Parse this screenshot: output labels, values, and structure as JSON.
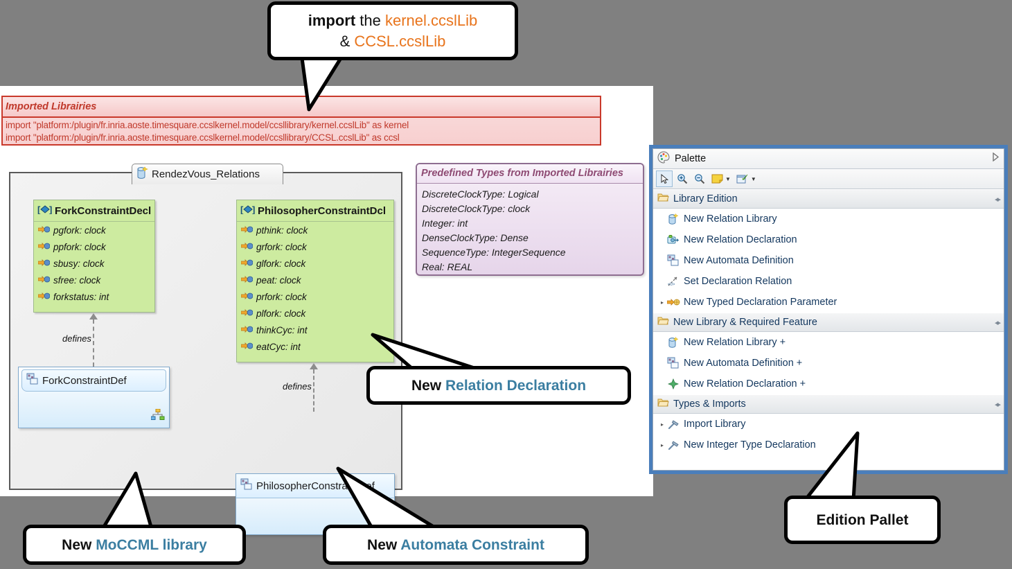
{
  "callouts": {
    "import": {
      "line1_bold": "import",
      "line1_reg": " the ",
      "line1_orange": "kernel.ccslLib",
      "line2_reg": "& ",
      "line2_orange": "CCSL.ccslLib"
    },
    "relation_declaration": {
      "plain": "New ",
      "accent": "Relation Declaration"
    },
    "moccml": {
      "plain": "New ",
      "accent": "MoCCML library"
    },
    "automata": {
      "plain": "New ",
      "accent": "Automata Constraint"
    },
    "pallet": {
      "plain": "Edition Pallet"
    }
  },
  "imported_libraries": {
    "title": "Imported Librairies",
    "lines": [
      "import \"platform:/plugin/fr.inria.aoste.timesquare.ccslkernel.model/ccsllibrary/kernel.ccslLib\" as kernel",
      "import \"platform:/plugin/fr.inria.aoste.timesquare.ccslkernel.model/ccsllibrary/CCSL.ccslLib\" as ccsl"
    ]
  },
  "diagram": {
    "tab_title": "RendezVous_Relations",
    "tab_icon": "relation-library-icon",
    "link_label_left": "defines",
    "link_label_right": "defines",
    "classes": [
      {
        "name": "ForkConstraintDecl",
        "stereotype_icon": "relation-declaration-diamond-icon",
        "features": [
          "pgfork: clock",
          "ppfork: clock",
          "sbusy: clock",
          "sfree: clock",
          "forkstatus: int"
        ]
      },
      {
        "name": "PhilosopherConstraintDcl",
        "stereotype_icon": "relation-declaration-diamond-icon",
        "features": [
          "pthink: clock",
          "grfork: clock",
          "glfork: clock",
          "peat: clock",
          "prfork: clock",
          "plfork: clock",
          "thinkCyc: int",
          "eatCyc: int"
        ]
      }
    ],
    "definitions": [
      {
        "name": "ForkConstraintDef",
        "icon": "automata-definition-icon",
        "corner_icon": "automata-graph-icon"
      },
      {
        "name": "PhilosopherConstraintDef",
        "icon": "automata-definition-icon",
        "corner_icon": "automata-graph-icon"
      }
    ]
  },
  "predefined_types": {
    "title": "Predefined Types from Imported Librairies",
    "entries": [
      "DiscreteClockType: Logical",
      "DiscreteClockType: clock",
      "Integer: int",
      "DenseClockType: Dense",
      "SequenceType: IntegerSequence",
      "Real: REAL"
    ]
  },
  "palette": {
    "title": "Palette",
    "expand_icon": "chevron-right-icon",
    "toolbar": [
      {
        "icon": "select-arrow-icon",
        "selected": true
      },
      {
        "icon": "zoom-in-icon",
        "selected": false
      },
      {
        "icon": "zoom-out-icon",
        "selected": false
      },
      {
        "icon": "note-icon",
        "selected": false,
        "caret": true
      },
      {
        "icon": "note-attachment-icon",
        "selected": false,
        "caret": true
      }
    ],
    "groups": [
      {
        "name": "Library Edition",
        "collapse_icon": "collapse-icon",
        "items": [
          {
            "label": "New Relation Library",
            "icon": "relation-library-icon",
            "arrow": false
          },
          {
            "label": "New Relation Declaration",
            "icon": "relation-declaration-icon",
            "arrow": false
          },
          {
            "label": "New Automata Definition",
            "icon": "automata-definition-icon",
            "arrow": false
          },
          {
            "label": "Set Declaration Relation",
            "icon": "set-declaration-relation-icon",
            "arrow": false
          },
          {
            "label": "New Typed Declaration Parameter",
            "icon": "typed-declaration-parameter-icon",
            "arrow": true
          }
        ]
      },
      {
        "name": "New Library & Required Feature",
        "collapse_icon": "collapse-icon",
        "items": [
          {
            "label": "New Relation Library +",
            "icon": "relation-library-icon",
            "arrow": false
          },
          {
            "label": "New Automata Definition +",
            "icon": "automata-definition-icon",
            "arrow": false
          },
          {
            "label": "New Relation Declaration +",
            "icon": "green-diamond-icon",
            "arrow": false
          }
        ]
      },
      {
        "name": "Types & Imports",
        "collapse_icon": "collapse-icon",
        "items": [
          {
            "label": "Import Library",
            "icon": "hammer-icon",
            "arrow": true
          },
          {
            "label": "New Integer Type Declaration",
            "icon": "hammer-icon",
            "arrow": true
          }
        ]
      }
    ]
  },
  "colors": {
    "background": "#808080",
    "accent_blue": "#3b7ea1",
    "orange": "#e8741c",
    "red_box": "#c9392b",
    "green_class": "#cdeba0",
    "purple_box": "#8e6e91",
    "palette_frame": "#4a7ebb"
  }
}
